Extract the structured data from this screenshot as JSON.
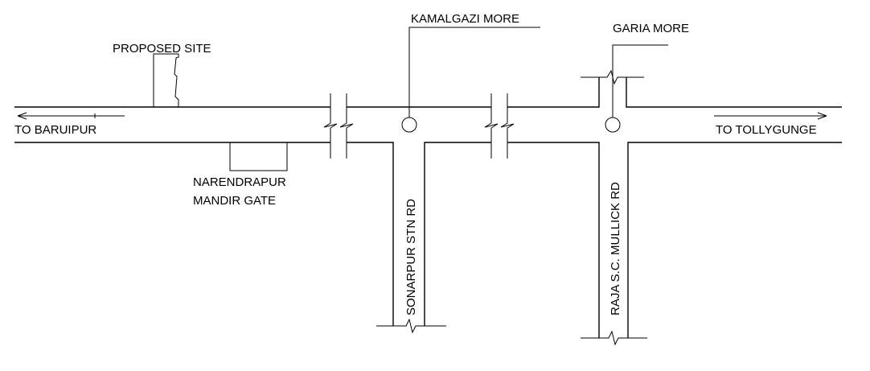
{
  "labels": {
    "proposed_site": "PROPOSED SITE",
    "kamalgazi_more": "KAMALGAZI MORE",
    "garia_more": "GARIA MORE",
    "to_baruipur": "TO BARUIPUR",
    "to_tollygunge": "TO TOLLYGUNGE",
    "narendrapur_line1": "NARENDRAPUR",
    "narendrapur_line2": "MANDIR GATE",
    "sonarpur_rd": "SONARPUR STN RD",
    "raja_rd": "RAJA S.C. MULLICK RD"
  },
  "colors": {
    "ink": "#000000",
    "paper": "#ffffff"
  }
}
